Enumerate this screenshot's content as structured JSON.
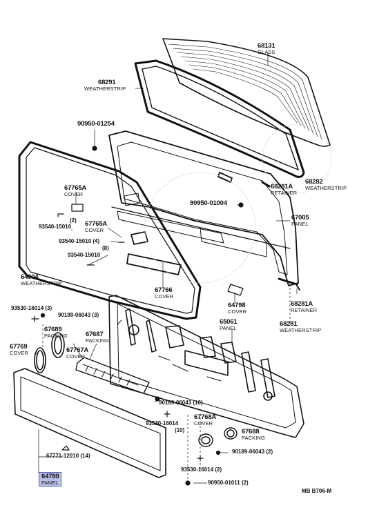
{
  "labels": {
    "p68131": {
      "num": "68131",
      "name": "GLASS"
    },
    "p68291": {
      "num": "68291",
      "name": "WEATHERSTRIP"
    },
    "p90950a": {
      "num": "90950-01254"
    },
    "p68282": {
      "num": "68282",
      "name": "WEATHERSTRIP"
    },
    "p68281a_top": {
      "num": "68281A",
      "name": "RETAINER"
    },
    "p67765a1": {
      "num": "67765A",
      "name": "COVER"
    },
    "p2a": {
      "num": "(2)"
    },
    "p93540a": {
      "num": "93540-15010"
    },
    "p90950b": {
      "num": "90950-01004"
    },
    "p67005": {
      "num": "67005",
      "name": "PANEL"
    },
    "p67765a2": {
      "num": "67765A",
      "name": "COVER"
    },
    "p93540b": {
      "num": "93540-15010 (4)"
    },
    "p8": {
      "num": "(8)"
    },
    "p93540c": {
      "num": "93540-15010"
    },
    "p64904": {
      "num": "64904",
      "name": "WEATHERSTRIP"
    },
    "p67766": {
      "num": "67766",
      "name": "COVER"
    },
    "p64798": {
      "num": "64798",
      "name": "COVER"
    },
    "p68281a_bot": {
      "num": "68281A",
      "name": "RETAINER"
    },
    "p68281": {
      "num": "68281",
      "name": "WEATHERSTRIP"
    },
    "p93530a": {
      "num": "93530-16014 (3)"
    },
    "p90189a": {
      "num": "90189-06043 (3)"
    },
    "p67689": {
      "num": "67689",
      "name": "PACKING"
    },
    "p67687": {
      "num": "67687",
      "name": "PACKING"
    },
    "p65061": {
      "num": "65061",
      "name": "PANEL"
    },
    "p67769": {
      "num": "67769",
      "name": "COVER"
    },
    "p67767a": {
      "num": "67767A",
      "name": "COVER"
    },
    "p90189b": {
      "num": "90189-06043 (10)"
    },
    "p93530b": {
      "num": "93530-16014"
    },
    "p10": {
      "num": "(10)"
    },
    "p67768a": {
      "num": "67768A",
      "name": "COVER"
    },
    "p67688": {
      "num": "67688",
      "name": "PACKING"
    },
    "p90189c": {
      "num": "90189-06043 (2)"
    },
    "p67771": {
      "num": "67771-12010 (14)"
    },
    "p93530c": {
      "num": "93530-16014 (2)"
    },
    "p64780": {
      "num": "64780",
      "name": "PANEL"
    },
    "p90950c": {
      "num": "90950-01011 (2)"
    },
    "footer": {
      "num": "MB  B706-M"
    }
  },
  "colors": {
    "line": "#111111",
    "highlight": "#b9bfe6",
    "highlight_border": "#5561b8"
  }
}
